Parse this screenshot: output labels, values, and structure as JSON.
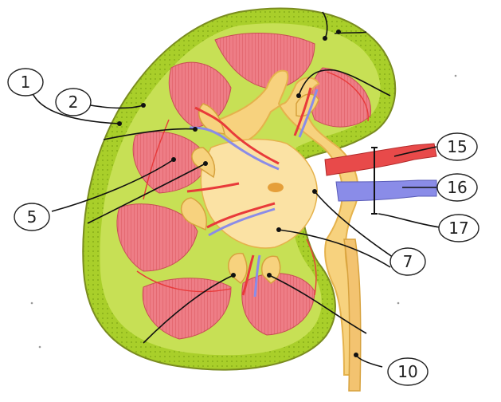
{
  "colors": {
    "cortex_outer": "#9bc61d",
    "cortex_inner": "#c7e055",
    "pyramid": "#ee7d86",
    "pelvis": "#f7d27e",
    "pelvis_dark": "#e5b24c",
    "artery": "#e83a3a",
    "vein": "#8a8ce8",
    "outline": "#5a4a2a"
  },
  "labels": {
    "l1": "1",
    "l2": "2",
    "l5": "5",
    "l7": "7",
    "l10": "10",
    "l15": "15",
    "l16": "16",
    "l17": "17"
  }
}
